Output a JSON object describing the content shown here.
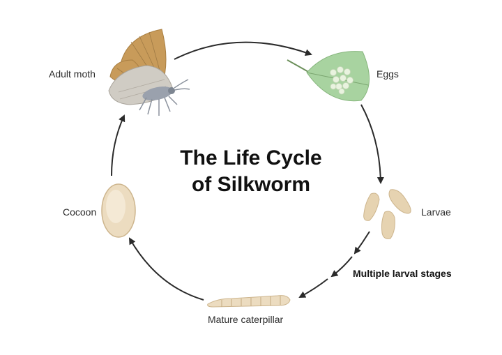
{
  "title": {
    "line1": "The Life Cycle",
    "line2": "of Silkworm"
  },
  "stages": {
    "adult_moth": "Adult moth",
    "eggs": "Eggs",
    "larvae": "Larvae",
    "multiple_larval_stages": "Multiple larval stages",
    "mature_caterpillar": "Mature caterpillar",
    "cocoon": "Cocoon"
  },
  "colors": {
    "arrow": "#2a2a2a",
    "leaf": "#a8d3a0",
    "egg": "#e9f3df",
    "larva": "#e6d3b1",
    "cocoon": "#ecdcc0",
    "moth_wing_upper": "#c89b5a",
    "moth_wing_lower": "#d0ccc4"
  }
}
